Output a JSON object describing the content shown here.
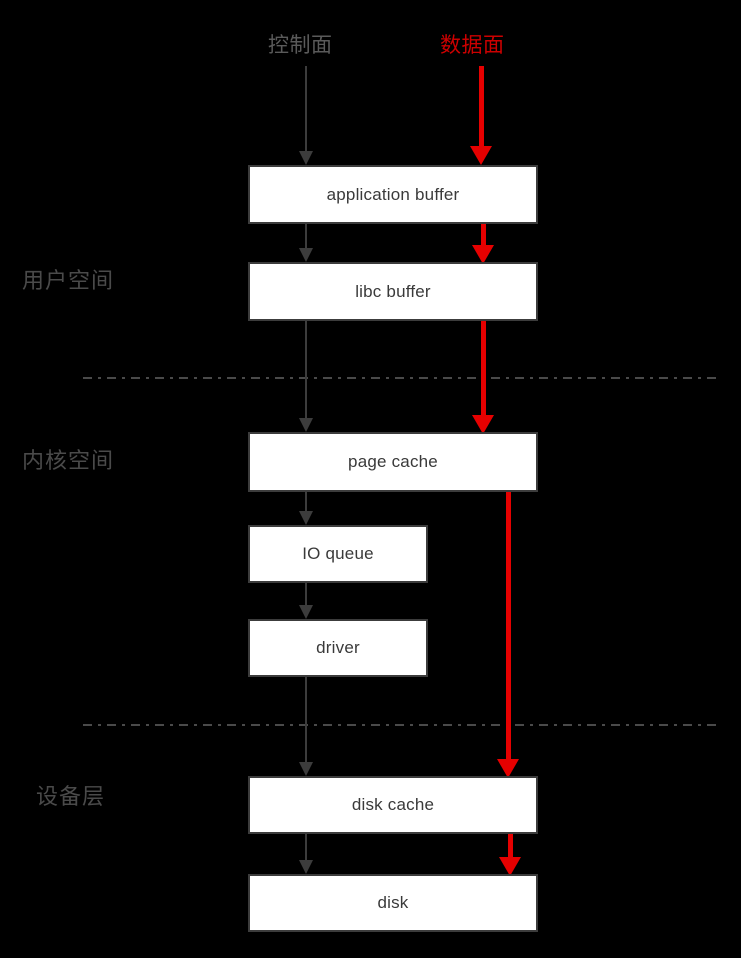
{
  "diagram": {
    "title": "Linux IO data path layers",
    "background_color": "#000000",
    "planes": {
      "control": {
        "label": "控制面",
        "color": "#5a5a5a"
      },
      "data": {
        "label": "数据面",
        "color": "#cc0000"
      }
    },
    "zones": [
      {
        "id": "user-space",
        "label": "用户空间"
      },
      {
        "id": "kernel-space",
        "label": "内核空间"
      },
      {
        "id": "device-layer",
        "label": "设备层"
      }
    ],
    "nodes": [
      {
        "id": "application-buffer",
        "label": "application buffer",
        "zone": "user-space"
      },
      {
        "id": "libc-buffer",
        "label": "libc buffer",
        "zone": "user-space"
      },
      {
        "id": "page-cache",
        "label": "page cache",
        "zone": "kernel-space"
      },
      {
        "id": "io-queue",
        "label": "IO queue",
        "zone": "kernel-space"
      },
      {
        "id": "driver",
        "label": "driver",
        "zone": "kernel-space"
      },
      {
        "id": "disk-cache",
        "label": "disk cache",
        "zone": "device-layer"
      },
      {
        "id": "disk",
        "label": "disk",
        "zone": "device-layer"
      }
    ],
    "flows": {
      "control_plane_color": "#3c3c3c",
      "data_plane_color": "#e60000",
      "control_path": [
        "控制面",
        "application buffer",
        "libc buffer",
        "page cache",
        "IO queue",
        "driver",
        "disk cache",
        "disk"
      ],
      "data_path": [
        "数据面",
        "application buffer",
        "libc buffer",
        "page cache",
        "disk cache",
        "disk"
      ]
    },
    "dividers": [
      {
        "id": "user-kernel",
        "style": "dash-dot",
        "color": "#4a4a4a"
      },
      {
        "id": "kernel-device",
        "style": "dash-dot",
        "color": "#4a4a4a"
      }
    ]
  }
}
